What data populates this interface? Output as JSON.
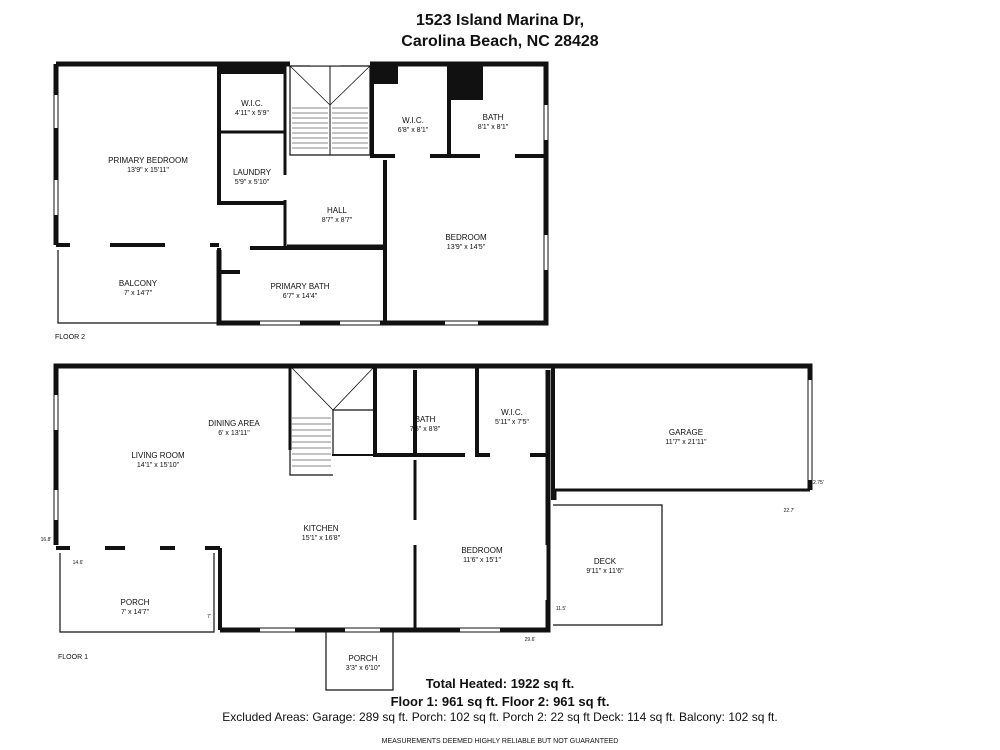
{
  "address_line1": "1523 Island Marina Dr,",
  "address_line2": "Carolina Beach, NC 28428",
  "floor2_label": "FLOOR 2",
  "floor1_label": "FLOOR 1",
  "rooms": [
    {
      "name": "PRIMARY BEDROOM",
      "dims": "13'9\" x 15'11\""
    },
    {
      "name": "W.I.C.",
      "dims": "4'11\" x 5'9\""
    },
    {
      "name": "LAUNDRY",
      "dims": "5'9\" x 5'10\""
    },
    {
      "name": "W.I.C.",
      "dims": "6'8\" x 8'1\""
    },
    {
      "name": "BATH",
      "dims": "8'1\" x 8'1\""
    },
    {
      "name": "HALL",
      "dims": "8'7\" x 8'7\""
    },
    {
      "name": "BEDROOM",
      "dims": "13'9\" x 14'5\""
    },
    {
      "name": "BALCONY",
      "dims": "7' x 14'7\""
    },
    {
      "name": "PRIMARY BATH",
      "dims": "6'7\" x 14'4\""
    },
    {
      "name": "DINING AREA",
      "dims": "6' x 13'11\""
    },
    {
      "name": "LIVING ROOM",
      "dims": "14'1\" x 15'10\""
    },
    {
      "name": "BATH",
      "dims": "7'5\" x 8'8\""
    },
    {
      "name": "W.I.C.",
      "dims": "5'11\" x 7'5\""
    },
    {
      "name": "GARAGE",
      "dims": "11'7\" x 21'11\""
    },
    {
      "name": "KITCHEN",
      "dims": "15'1\" x 16'8\""
    },
    {
      "name": "BEDROOM",
      "dims": "11'6\" x 15'1\""
    },
    {
      "name": "DECK",
      "dims": "9'11\" x 11'6\""
    },
    {
      "name": "PORCH",
      "dims": "7' x 14'7\""
    },
    {
      "name": "PORCH",
      "dims": "3'3\" x 6'10\""
    }
  ],
  "measure_labels": [
    "16.8'",
    "14.6'",
    "7'",
    "22.7'",
    "12.75'",
    "11.5'",
    "29.6'"
  ],
  "total_heated": "Total Heated: 1922 sq ft.",
  "floor_totals": "Floor 1: 961 sq ft. Floor 2: 961 sq ft.",
  "excluded": "Excluded Areas: Garage: 289 sq ft. Porch: 102 sq ft. Porch 2: 22 sq ft Deck: 114 sq ft. Balcony: 102 sq ft.",
  "disclaimer": "MEASUREMENTS DEEMED HIGHLY RELIABLE BUT NOT GUARANTEED"
}
